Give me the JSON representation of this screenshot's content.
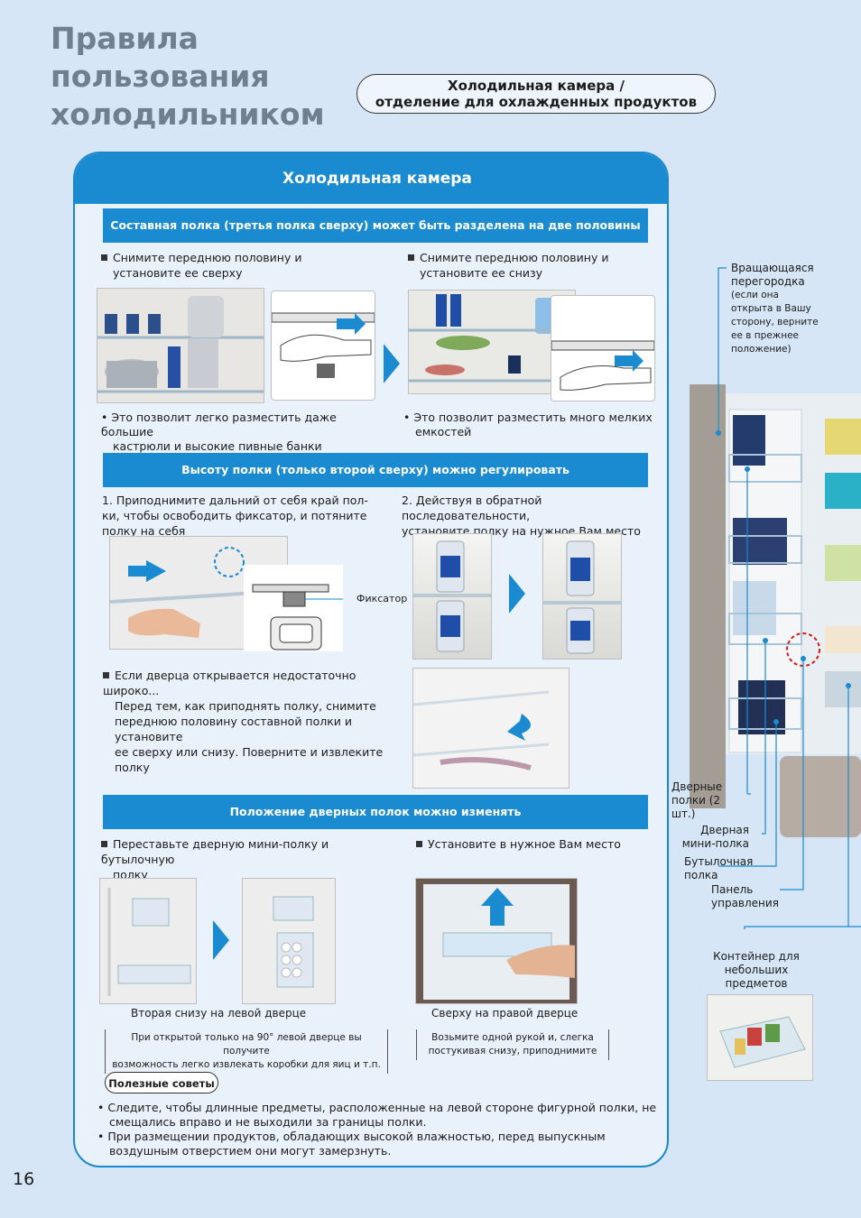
{
  "page_title_lines": [
    "Правила",
    "пользования",
    "холодильником"
  ],
  "section_pill": {
    "line1": "Холодильная камера /",
    "line2": "отделение для охлажденных продуктов"
  },
  "panel": {
    "title": "Холодильная камера",
    "bar1": "Составная полка (третья полка сверху) может быть разделена на две половины",
    "s1_left_step": [
      "Снимите переднюю половину и",
      "установите ее сверху"
    ],
    "s1_right_step": [
      "Снимите переднюю половину и",
      "установите ее снизу"
    ],
    "s1_left_note": [
      "Это позволит легко разместить даже большие",
      "кастрюли и высокие пивные банки"
    ],
    "s1_right_note": [
      "Это позволит разместить много мелких",
      "емкостей"
    ],
    "bar2": "Высоту полки (только второй сверху) можно регулировать",
    "s2_step1": [
      "1. Приподнимите дальний от себя край пол-",
      "ки, чтобы освободить фиксатор, и потяните",
      "полку на себя"
    ],
    "s2_step2": [
      "2. Действуя в обратной последовательности,",
      "установите полку на нужное Вам место"
    ],
    "fixator_label": "Фиксатор",
    "s2_note": [
      "Если дверца открывается недостаточно широко...",
      "Перед тем, как приподнять полку, снимите",
      "переднюю половину составной полки и установите",
      "ее сверху или снизу. Поверните и извлеките полку"
    ],
    "bar3": "Положение дверных полок можно изменять",
    "s3_left_step": [
      "Переставьте дверную мини-полку и бутылочную",
      "полку"
    ],
    "s3_right_step": "Установите в нужное Вам место",
    "s3_left_caption": "Вторая снизу на левой дверце",
    "s3_right_caption": "Сверху на правой дверце",
    "s3_left_bracket": [
      "При открытой только на 90° левой дверце вы получите",
      "возможность легко извлекать коробки для яиц и т.п."
    ],
    "s3_right_bracket": [
      "Возьмите одной рукой и, слегка",
      "постукивая снизу, приподнимите"
    ],
    "tips_label": "Полезные советы",
    "tip1": [
      "Следите, чтобы длинные предметы, расположенные на левой стороне фигурной полки, не",
      "смещались вправо и не выходили за границы полки."
    ],
    "tip2": [
      "При размещении продуктов, обладающих высокой влажностью, перед выпускным",
      "воздушным отверстием они могут замерзнуть."
    ]
  },
  "sidebar": {
    "rotating_divider": [
      "Вращающаяся",
      "перегородка"
    ],
    "rotating_divider_note": [
      "(если она",
      "открыта в Вашу",
      "сторону, верните",
      "ее в прежнее",
      "положение)"
    ],
    "door_shelves": [
      "Дверные",
      "полки (2 шт.)"
    ],
    "door_mini_shelf": [
      "Дверная",
      "мини-полка"
    ],
    "bottle_shelf": [
      "Бутылочная",
      "полка"
    ],
    "control_panel": [
      "Панель",
      "управления"
    ],
    "small_container": [
      "Контейнер для",
      "небольших",
      "предметов"
    ]
  },
  "page_number": "16",
  "colors": {
    "accent": "#1a8ad1",
    "background": "#d6e6f6",
    "title_gray": "#6f7f90"
  }
}
